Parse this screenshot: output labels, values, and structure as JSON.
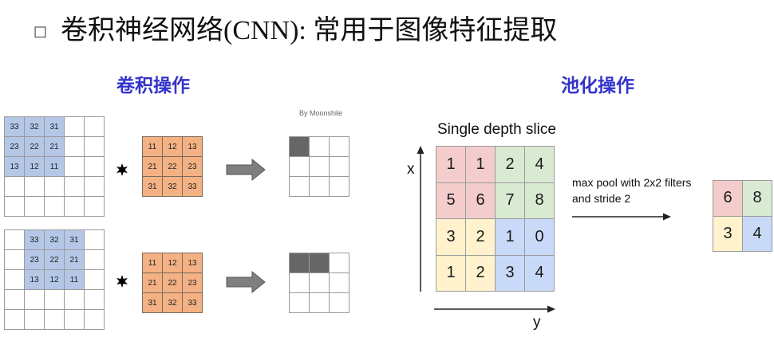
{
  "title": {
    "bullet": "□",
    "text": "卷积神经网络(CNN): 常用于图像特征提取"
  },
  "convolution": {
    "heading": "卷积操作",
    "credit": "By Moonshile",
    "operator_icon": "convolution-star-icon",
    "arrow_icon": "right-block-arrow-icon",
    "steps": [
      {
        "input": [
          [
            33,
            32,
            31,
            null,
            null
          ],
          [
            23,
            22,
            21,
            null,
            null
          ],
          [
            13,
            12,
            11,
            null,
            null
          ],
          [
            null,
            null,
            null,
            null,
            null
          ],
          [
            null,
            null,
            null,
            null,
            null
          ]
        ],
        "kernel": [
          [
            11,
            12,
            13
          ],
          [
            21,
            22,
            23
          ],
          [
            31,
            32,
            33
          ]
        ],
        "output_filled": [
          [
            1,
            0,
            0
          ],
          [
            0,
            0,
            0
          ],
          [
            0,
            0,
            0
          ]
        ]
      },
      {
        "input": [
          [
            null,
            33,
            32,
            31,
            null
          ],
          [
            null,
            23,
            22,
            21,
            null
          ],
          [
            null,
            13,
            12,
            11,
            null
          ],
          [
            null,
            null,
            null,
            null,
            null
          ],
          [
            null,
            null,
            null,
            null,
            null
          ]
        ],
        "kernel": [
          [
            11,
            12,
            13
          ],
          [
            21,
            22,
            23
          ],
          [
            31,
            32,
            33
          ]
        ],
        "output_filled": [
          [
            1,
            1,
            0
          ],
          [
            0,
            0,
            0
          ],
          [
            0,
            0,
            0
          ]
        ]
      }
    ]
  },
  "pooling": {
    "heading": "池化操作",
    "slice_label": "Single depth slice",
    "axis_vertical_label": "x",
    "axis_horizontal_label": "y",
    "input": [
      [
        1,
        1,
        2,
        4
      ],
      [
        5,
        6,
        7,
        8
      ],
      [
        3,
        2,
        1,
        0
      ],
      [
        1,
        2,
        3,
        4
      ]
    ],
    "description": [
      "max pool with 2x2 filters",
      "and stride 2"
    ],
    "output": [
      [
        6,
        8
      ],
      [
        3,
        4
      ]
    ]
  },
  "colors": {
    "heading": "#3333cc",
    "patch": "#b4c7e7",
    "kernel": "#f4b183",
    "output_filled": "#666666",
    "empty": "#ffffff",
    "pool_quadrants": [
      [
        "#f4cccc",
        "#d9ead3"
      ],
      [
        "#fff2cc",
        "#c9daf8"
      ]
    ]
  }
}
